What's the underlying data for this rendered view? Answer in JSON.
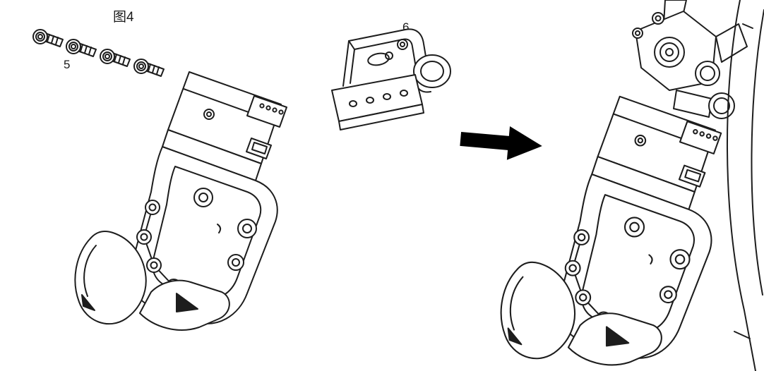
{
  "figure": {
    "title": "图4",
    "background": "#ffffff",
    "line_color": "#1d1d1d",
    "arrow_color": "#000000",
    "parts": {
      "p5": {
        "number": "5"
      },
      "p6": {
        "number": "6"
      }
    }
  }
}
